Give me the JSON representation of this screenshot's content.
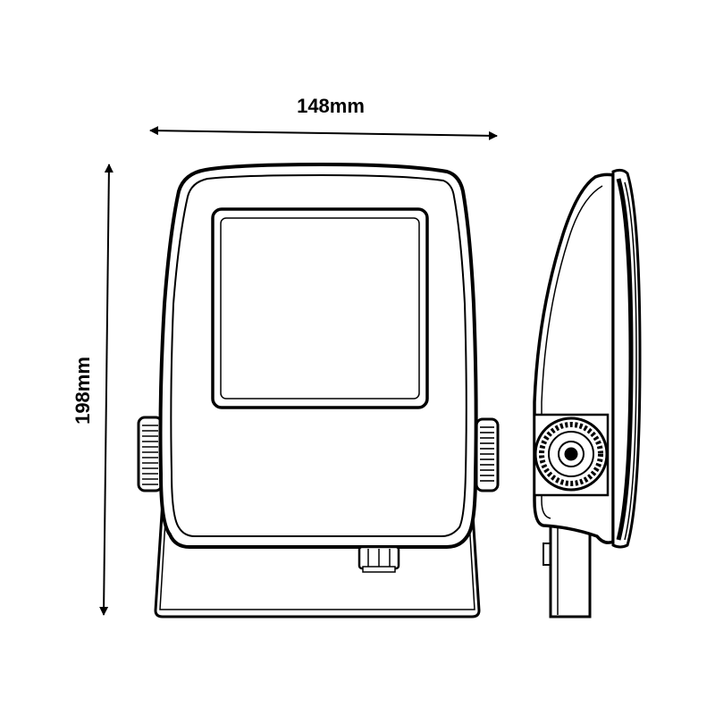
{
  "dimensions": {
    "width_label": "148mm",
    "height_label": "198mm"
  },
  "views": [
    "front-view",
    "side-view"
  ],
  "colors": {
    "line": "#000000",
    "background": "#ffffff"
  }
}
